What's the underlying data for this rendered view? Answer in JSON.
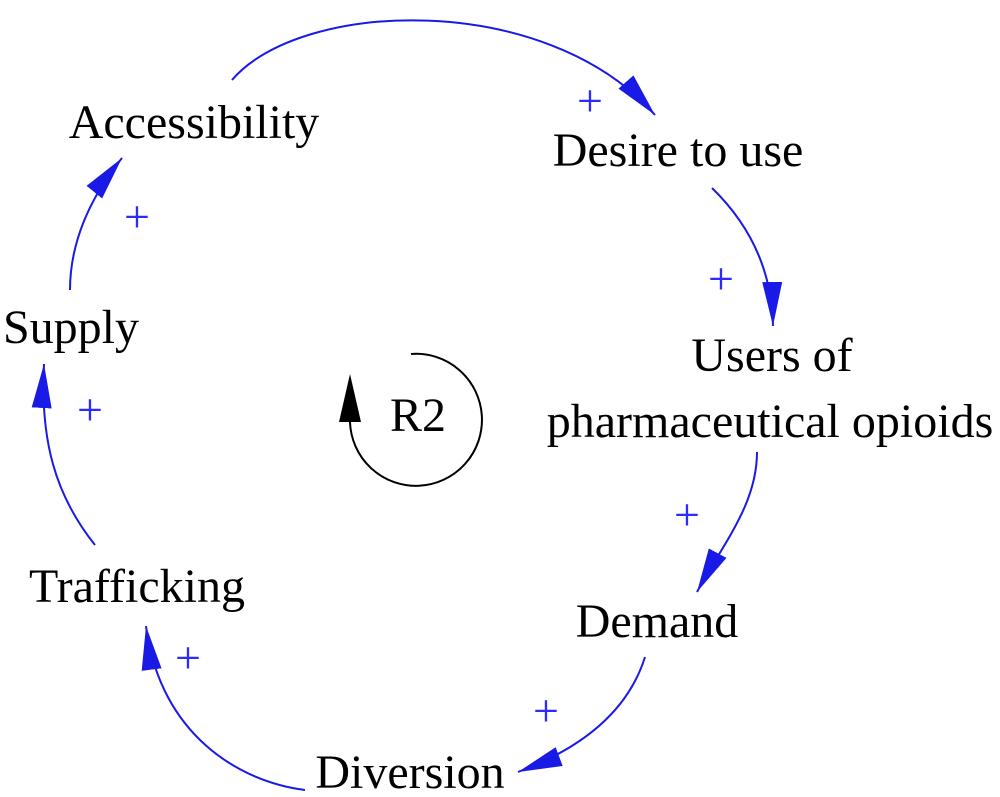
{
  "diagram": {
    "nodes": [
      {
        "lines": [
          "Accessibility"
        ]
      },
      {
        "lines": [
          "Desire to use"
        ]
      },
      {
        "lines": [
          "Users of",
          "pharmaceutical opioids"
        ]
      },
      {
        "lines": [
          "Demand"
        ]
      },
      {
        "lines": [
          "Diversion"
        ]
      },
      {
        "lines": [
          "Trafficking"
        ]
      },
      {
        "lines": [
          "Supply"
        ]
      }
    ],
    "links": [
      {
        "from": 0,
        "to": 1,
        "polarity": "+"
      },
      {
        "from": 1,
        "to": 2,
        "polarity": "+"
      },
      {
        "from": 2,
        "to": 3,
        "polarity": "+"
      },
      {
        "from": 3,
        "to": 4,
        "polarity": "+"
      },
      {
        "from": 4,
        "to": 5,
        "polarity": "+"
      },
      {
        "from": 5,
        "to": 6,
        "polarity": "+"
      },
      {
        "from": 6,
        "to": 0,
        "polarity": "+"
      }
    ],
    "loop": {
      "label": "R2"
    }
  },
  "colors": {
    "link": "#1a1ae6",
    "polarity": "#2b2bff",
    "text": "#000000",
    "loop_marker": "#000000",
    "background": "#ffffff"
  }
}
